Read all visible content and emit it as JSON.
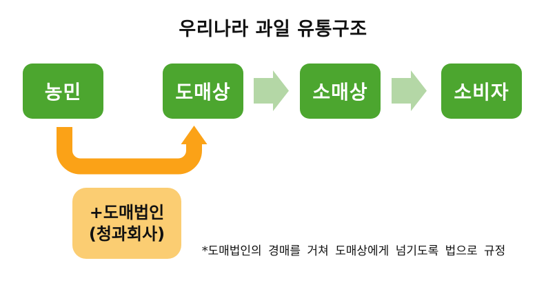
{
  "title": "우리나라 과일 유통구조",
  "flow": {
    "nodes": [
      {
        "id": "farmer",
        "label": "농민"
      },
      {
        "id": "wholesaler",
        "label": "도매상"
      },
      {
        "id": "retailer",
        "label": "소매상"
      },
      {
        "id": "consumer",
        "label": "소비자"
      }
    ],
    "arrows": [
      {
        "from": "wholesaler",
        "to": "retailer"
      },
      {
        "from": "retailer",
        "to": "consumer"
      }
    ]
  },
  "bypass": {
    "arrow": {
      "from": "farmer",
      "to": "wholesaler"
    },
    "label_line1": "+도매법인",
    "label_line2": "(청과회사)"
  },
  "footnote": "*도매법인의 경매를 거쳐 도매상에게 넘기도록 법으로 규정",
  "colors": {
    "node_green": "#4CA62F",
    "flow_arrow_green": "#B4D7A6",
    "bypass_orange": "#FBA217",
    "bypass_box_yellow": "#FBCD72",
    "text_black": "#111111",
    "node_text_white": "#FFFFFF"
  }
}
